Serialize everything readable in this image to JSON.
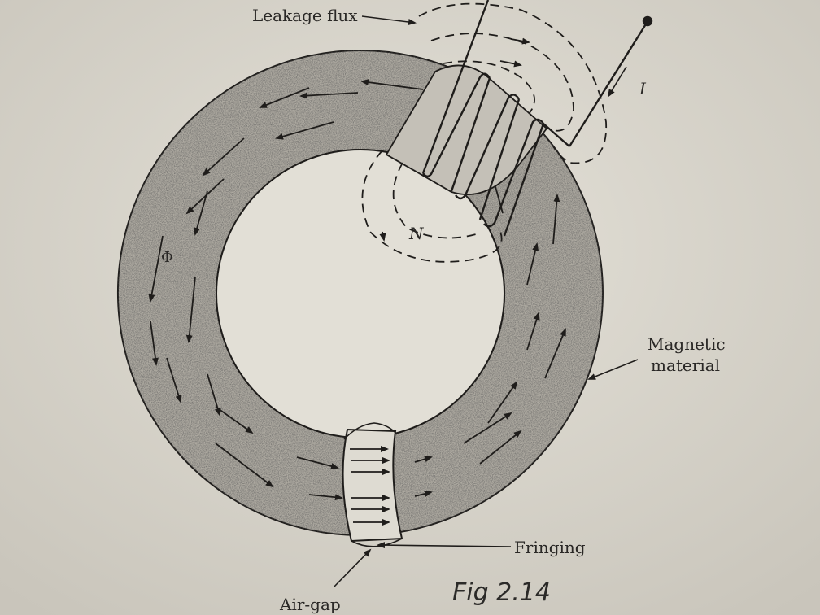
{
  "labels": {
    "leakage_flux": "Leakage flux",
    "current": "I",
    "turns": "N",
    "flux": "Φ",
    "magnetic_material_line1": "Magnetic",
    "magnetic_material_line2": "material",
    "fringing": "Fringing",
    "air_gap": "Air-gap",
    "figure_note": "Fig 2.14"
  },
  "colors": {
    "paper": "#d9d5cb",
    "core": "#a9a59c",
    "ink": "#1f1d1b"
  }
}
